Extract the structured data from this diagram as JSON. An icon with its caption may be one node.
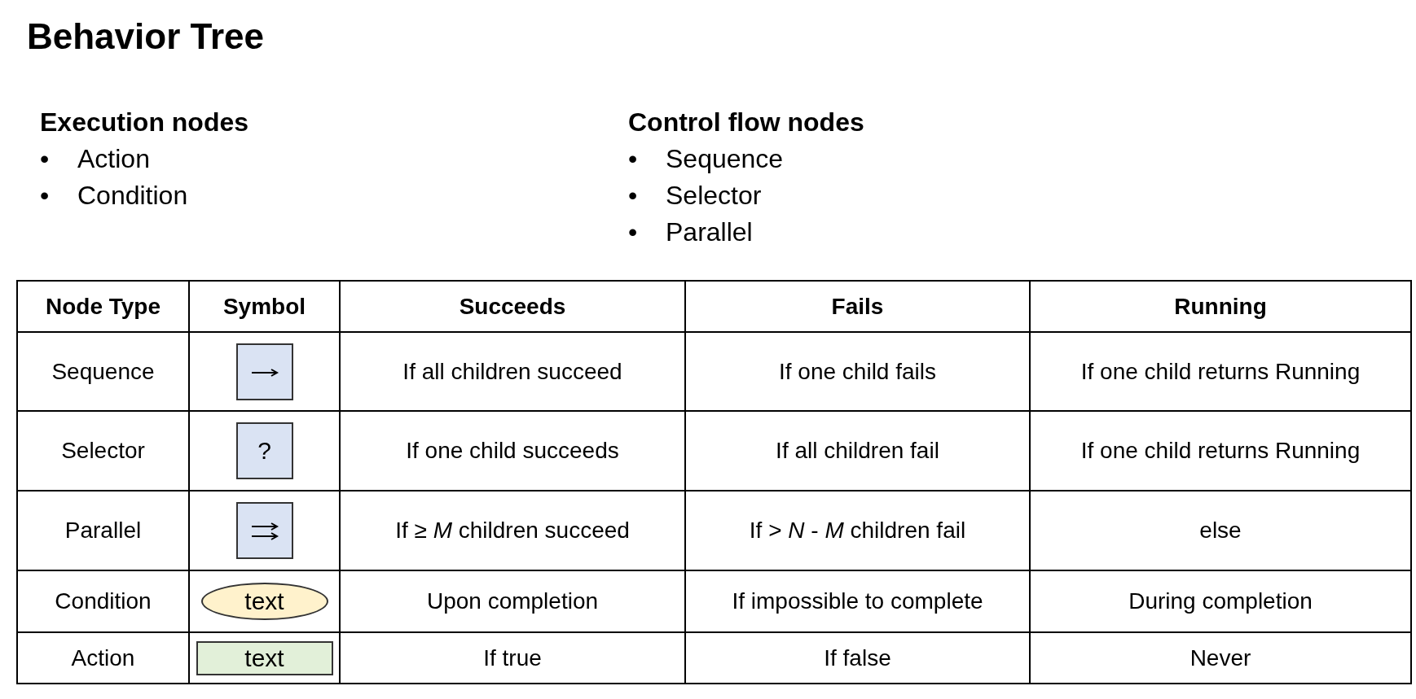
{
  "diagram": {
    "title": "Behavior Tree",
    "nodes": [
      {
        "text": [],
        "shape": "box"
      },
      {
        "text": [
          "?"
        ]
      },
      {
        "text": [],
        "shape": "box"
      },
      {
        "text": [
          "text"
        ]
      },
      {
        "text": [
          "text"
        ]
      }
    ],
    "labels": [
      "Execution nodes",
      "•",
      "Action",
      "•",
      "Condition",
      "Control flow nodes",
      "•",
      "Sequence",
      "•",
      "Selector",
      "•",
      "Parallel",
      "Node Type",
      "Symbol",
      "Succeeds",
      "Fails",
      "Running",
      "Sequence",
      "If all children succeed",
      "If one child fails",
      "If one child returns Running",
      "Selector",
      "If one child succeeds",
      "If all children fail",
      "If one child returns Running",
      "Parallel",
      "If ≥ *M* children succeed",
      "If > *N* - *M* children fail",
      "else",
      "Condition",
      "Upon completion",
      "If impossible to complete",
      "During completion",
      "Action",
      "If true",
      "If false",
      "Never"
    ]
  }
}
